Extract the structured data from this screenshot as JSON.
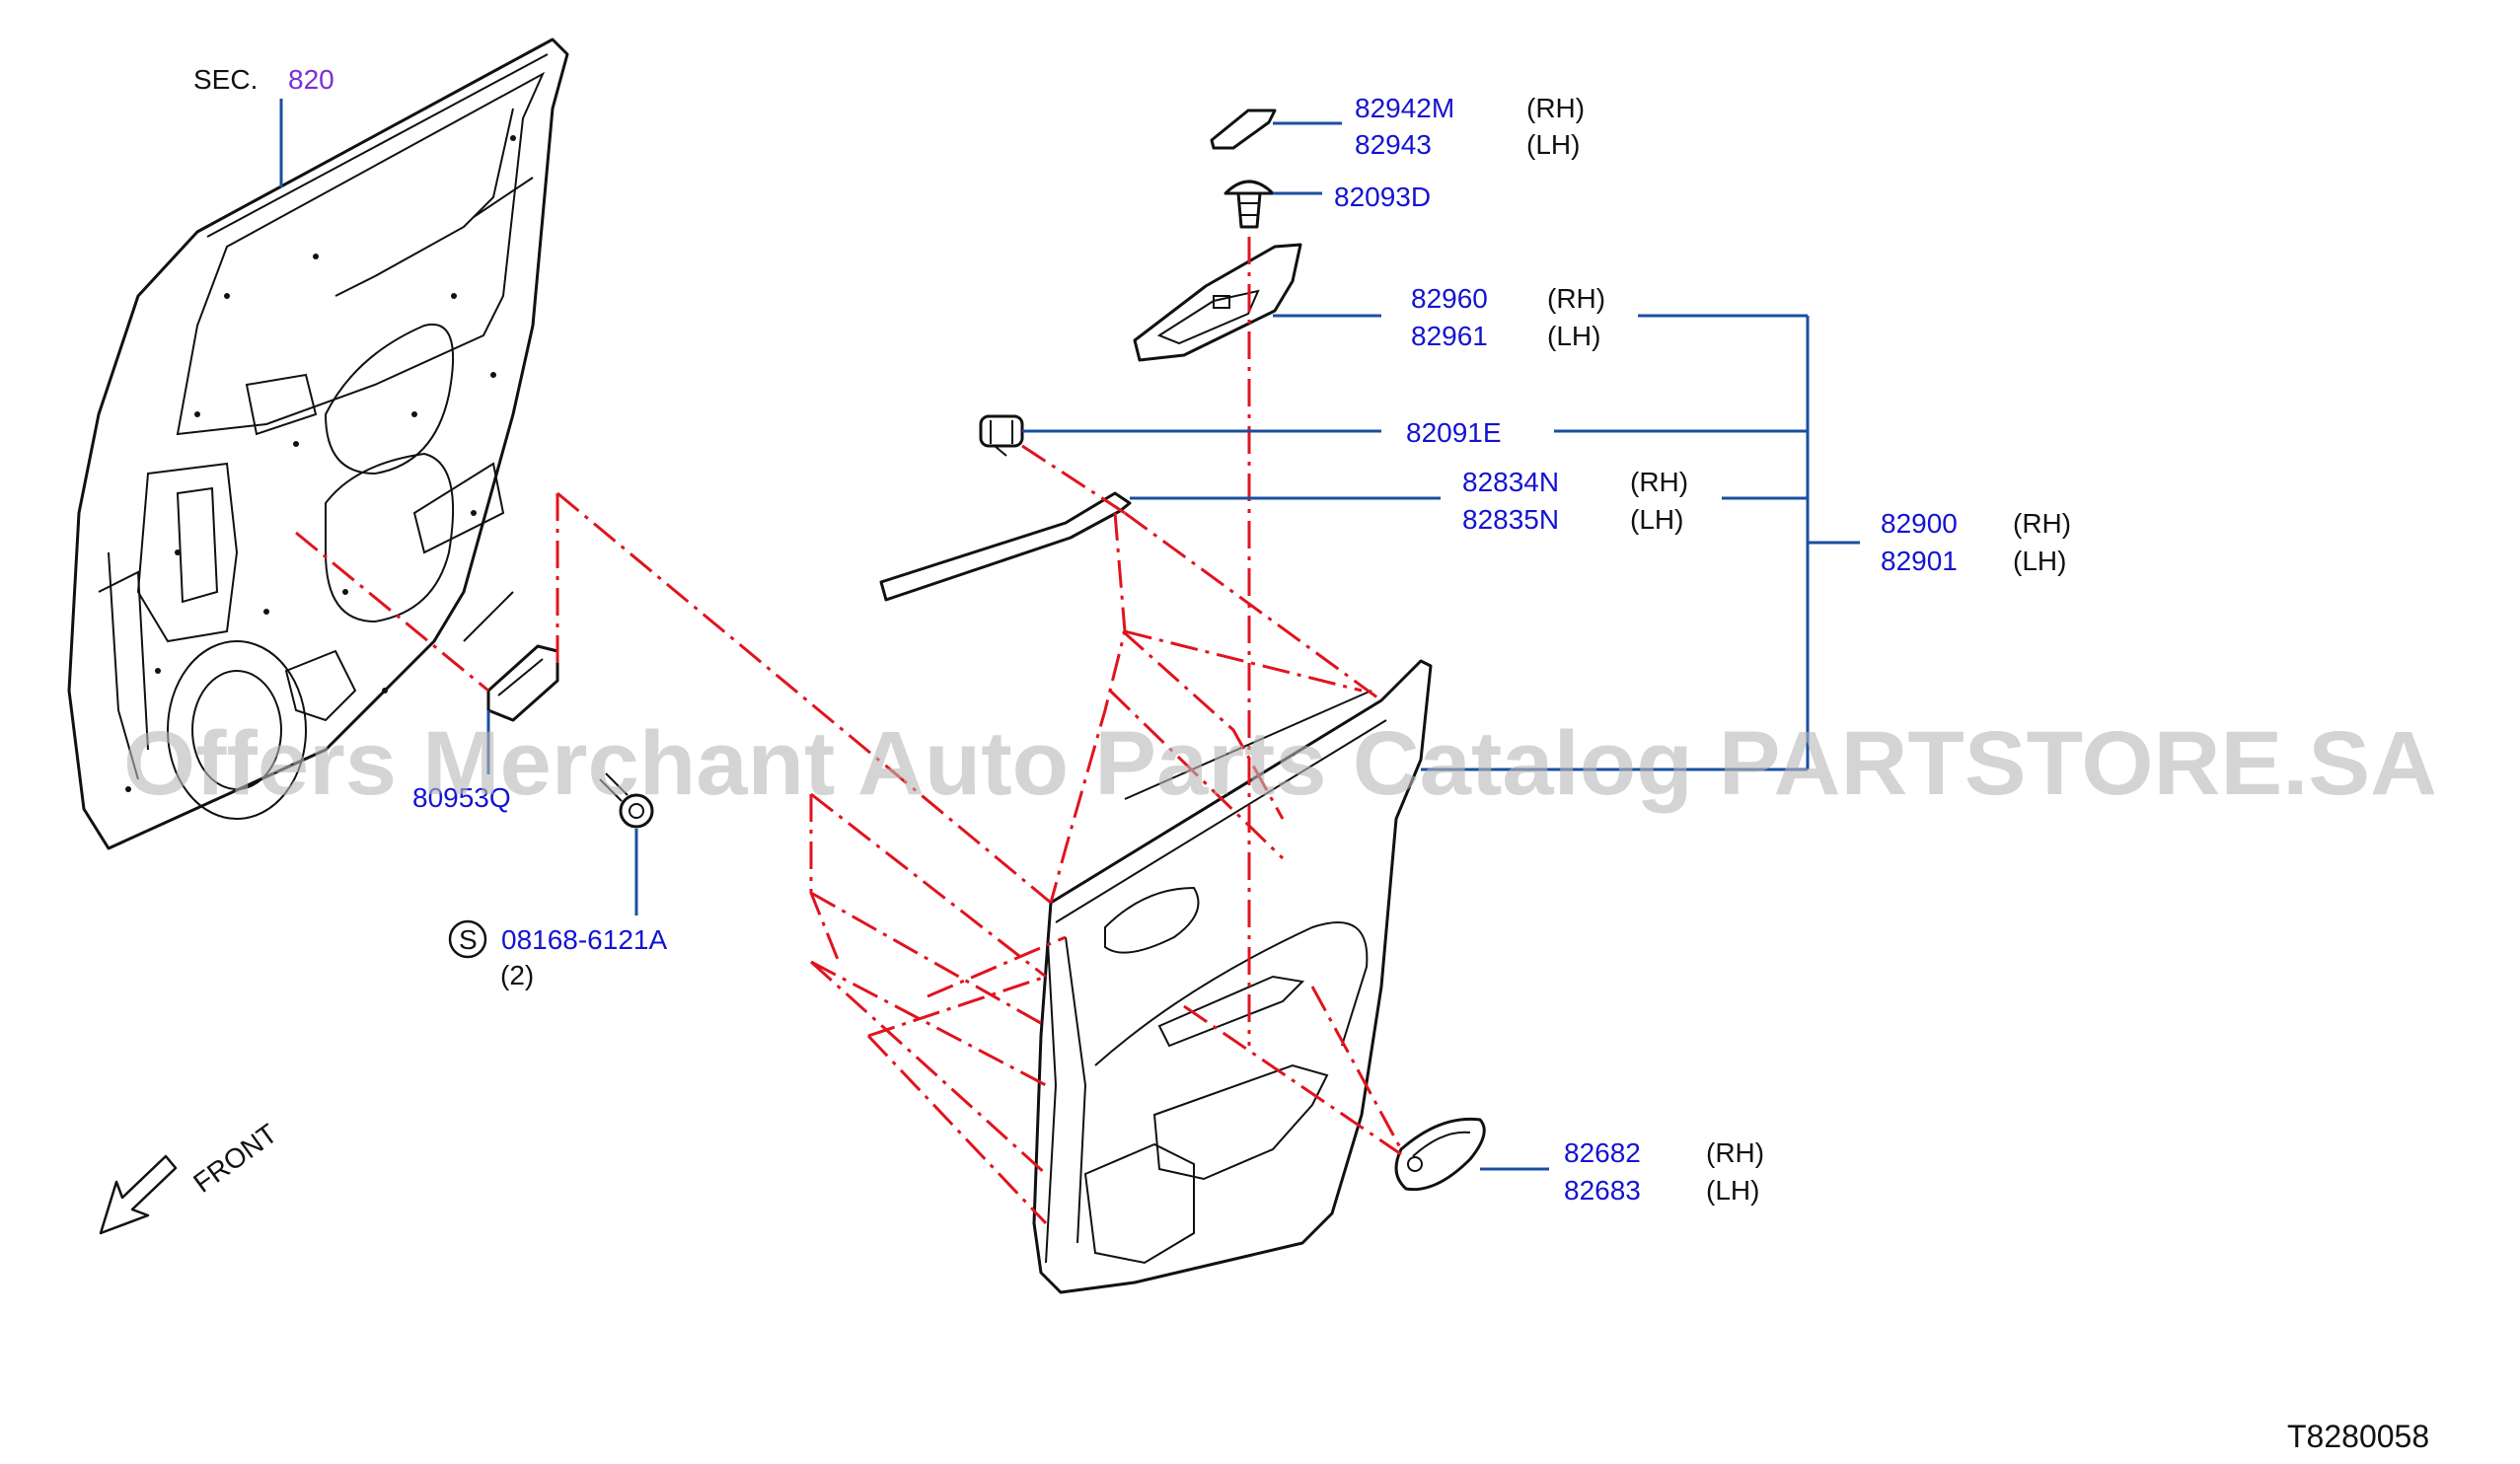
{
  "section_ref": {
    "prefix": "SEC.",
    "number": "820"
  },
  "callouts": {
    "finisher_small": {
      "pn_rh": "82942M",
      "side_rh": "(RH)",
      "pn_lh": "82943",
      "side_lh": "(LH)"
    },
    "clip_top": {
      "pn": "82093D"
    },
    "switch_finisher": {
      "pn_rh": "82960",
      "side_rh": "(RH)",
      "pn_lh": "82961",
      "side_lh": "(LH)"
    },
    "clip_mid": {
      "pn": "82091E"
    },
    "seal_strip": {
      "pn_rh": "82834N",
      "side_rh": "(RH)",
      "pn_lh": "82835N",
      "side_lh": "(LH)"
    },
    "door_finisher_assy": {
      "pn_rh": "82900",
      "side_rh": "(RH)",
      "pn_lh": "82901",
      "side_lh": "(LH)"
    },
    "bracket": {
      "pn": "80953Q"
    },
    "bolt": {
      "symbol": "S",
      "pn": "08168-6121A",
      "qty": "(2)"
    },
    "handle_escutcheon": {
      "pn_rh": "82682",
      "side_rh": "(RH)",
      "pn_lh": "82683",
      "side_lh": "(LH)"
    }
  },
  "front_indicator": {
    "label": "FRONT"
  },
  "watermark": "Offers Merchant Auto Parts Catalog PARTSTORE.SA",
  "diagram_code": "T8280058",
  "colors": {
    "part_number": "#1414d2",
    "section_number": "#7a2fd6",
    "leader": "#1a4fa0",
    "assembly_path": "#e0141e"
  }
}
